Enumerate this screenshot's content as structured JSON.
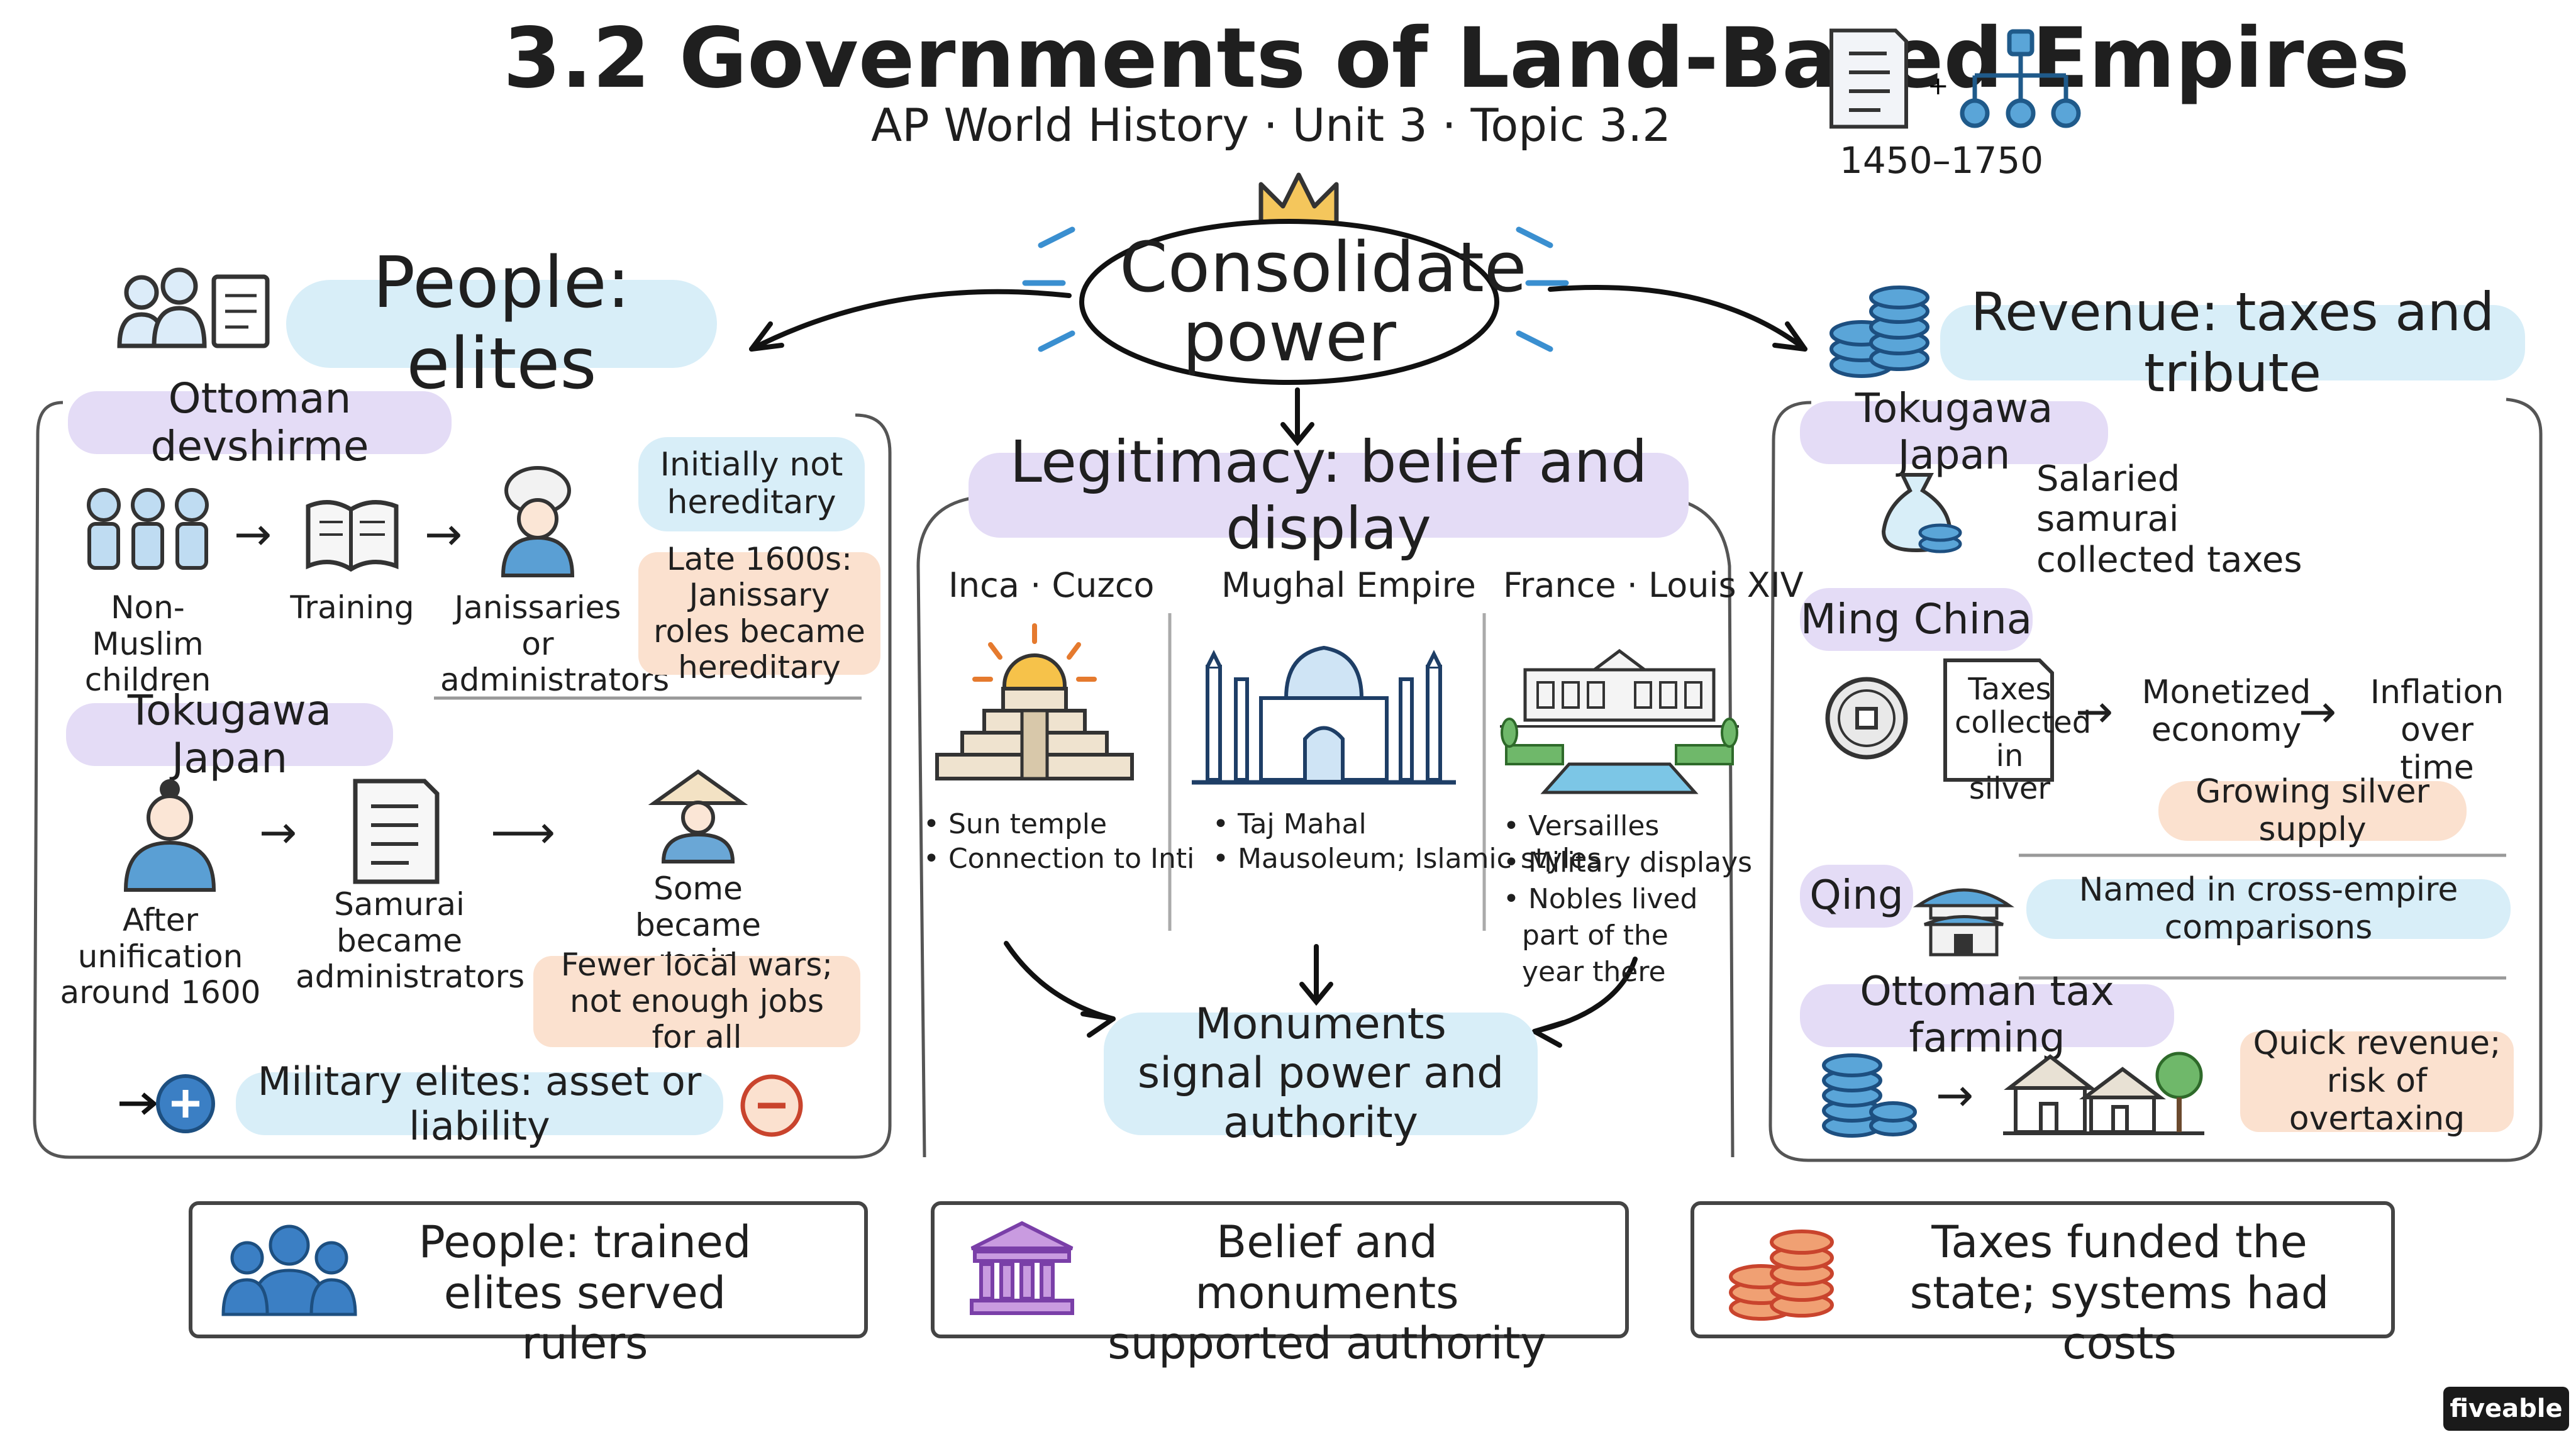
{
  "header": {
    "title": "3.2 Governments of Land-Based Empires",
    "subtitle": "AP World History · Unit 3 · Topic 3.2",
    "dates": "1450–1750"
  },
  "center": {
    "label": "Consolidate power"
  },
  "people": {
    "heading": "People: elites",
    "devshirme": {
      "title": "Ottoman devshirme",
      "steps": [
        "Non-Muslim children",
        "Training",
        "Janissaries or administrators"
      ],
      "note1": "Initially not hereditary",
      "note2": "Late 1600s: Janissary roles became hereditary"
    },
    "tokugawa": {
      "title": "Tokugawa Japan",
      "steps": [
        "After unification around 1600",
        "Samurai became administrators",
        "Some became ronin"
      ],
      "note": "Fewer local wars; not enough jobs for all"
    },
    "military": "Military elites: asset or liability"
  },
  "legitimacy": {
    "heading": "Legitimacy: belief and display",
    "columns": [
      {
        "title": "Inca · Cuzco",
        "bullets": [
          "Sun temple",
          "Connection to Inti"
        ]
      },
      {
        "title": "Mughal Empire",
        "bullets": [
          "Taj Mahal",
          "Mausoleum; Islamic styles"
        ]
      },
      {
        "title": "France · Louis XIV",
        "bullets": [
          "Versailles",
          "Military displays",
          "Nobles lived part of the year there"
        ]
      }
    ],
    "result": "Monuments signal power and authority"
  },
  "revenue": {
    "heading": "Revenue: taxes and tribute",
    "tokugawa": {
      "title": "Tokugawa Japan",
      "text": "Salaried samurai collected taxes"
    },
    "ming": {
      "title": "Ming China",
      "doc": "Taxes collected in silver",
      "step2": "Monetized economy",
      "step3": "Inflation over time",
      "note": "Growing silver supply"
    },
    "qing": {
      "title": "Qing",
      "text": "Named in cross-empire comparisons"
    },
    "ottoman": {
      "title": "Ottoman tax farming",
      "note": "Quick revenue; risk of overtaxing"
    }
  },
  "summary": [
    {
      "text": "People: trained elites served rulers"
    },
    {
      "text": "Belief and monuments supported authority"
    },
    {
      "text": "Taxes funded the state; systems had costs"
    }
  ],
  "brand": "fiveable",
  "colors": {
    "purple": "#e4dcf6",
    "blue": "#d8eef8",
    "peach": "#fbe1cf",
    "accent_blue": "#3b7fc4",
    "accent_purple": "#7a3fa8",
    "accent_orange": "#e0713a"
  }
}
